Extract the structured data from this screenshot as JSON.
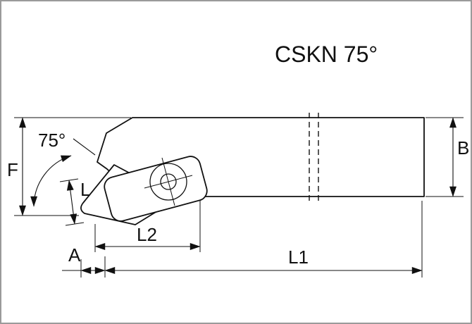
{
  "title": "CSKN 75°",
  "colors": {
    "line": "#111111",
    "background": "#ffffff",
    "frame": "#9a9a9a"
  },
  "labels": {
    "angle": "75°",
    "f": "F",
    "l": "L",
    "a": "A",
    "l1": "L1",
    "l2": "L2",
    "b": "B"
  }
}
